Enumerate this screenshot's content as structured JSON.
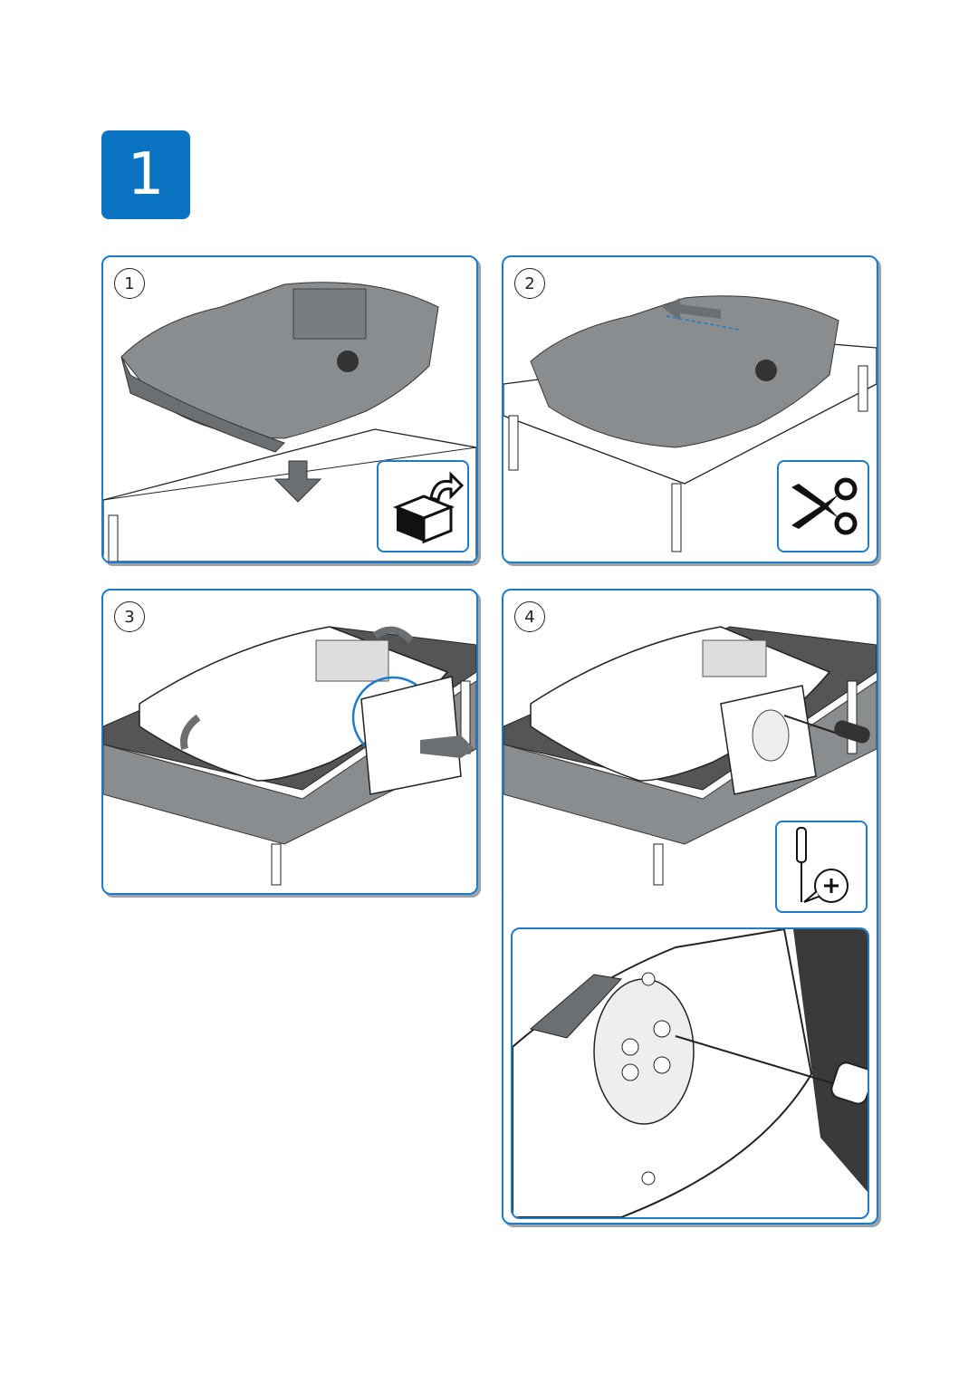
{
  "page": {
    "step_number": "1"
  },
  "panels": [
    {
      "label": "1",
      "icon": "unbox-icon"
    },
    {
      "label": "2",
      "icon": "scissors-icon"
    },
    {
      "label": "3",
      "icon": ""
    },
    {
      "label": "4",
      "icon": "phillips-screwdriver-icon"
    }
  ],
  "colors": {
    "accent": "#0a73c2",
    "panel_border": "#1e7bc8"
  }
}
